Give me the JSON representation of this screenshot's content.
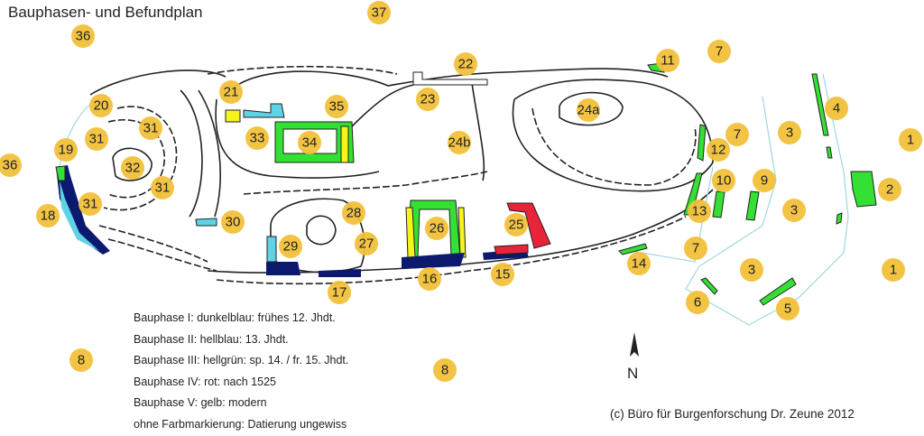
{
  "title": "Bauphasen- und Befundplan",
  "legend": [
    "Bauphase I: dunkelblau: frühes 12. Jhdt.",
    "Bauphase II: hellblau: 13. Jhdt.",
    "Bauphase III: hellgrün: sp. 14. / fr. 15. Jhdt.",
    "Bauphase IV: rot: nach 1525",
    "Bauphase V: gelb: modern",
    "ohne Farbmarkierung: Datierung ungewiss"
  ],
  "north_label": "N",
  "copyright": "(c) Büro für Burgenforschung Dr. Zeune 2012",
  "colors": {
    "marker": "#f2c13a",
    "phase_1_darkblue": "#0b1a6e",
    "phase_2_lightblue": "#5fd3e6",
    "phase_3_lightgreen": "#33e033",
    "phase_4_red": "#e8233a",
    "phase_5_yellow": "#f7f31c"
  },
  "markers": [
    "36",
    "37",
    "22",
    "11",
    "7",
    "20",
    "21",
    "35",
    "23",
    "24a",
    "4",
    "31",
    "31",
    "33",
    "34",
    "24b",
    "7",
    "3",
    "1",
    "12",
    "19",
    "36",
    "32",
    "31",
    "10",
    "9",
    "2",
    "31",
    "18",
    "28",
    "30",
    "26",
    "25",
    "13",
    "3",
    "27",
    "29",
    "7",
    "14",
    "3",
    "1",
    "17",
    "16",
    "15",
    "6",
    "5",
    "8",
    "8"
  ]
}
